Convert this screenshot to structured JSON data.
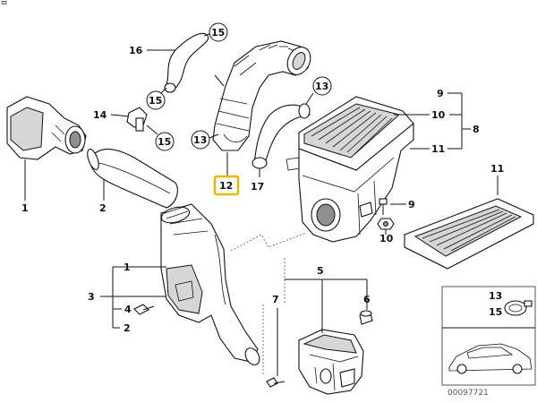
{
  "corner_text": "ᄑ",
  "highlighted_part": "12",
  "labels": {
    "p1": "1",
    "p2": "2",
    "p3": "3",
    "p4": "4",
    "p5": "5",
    "p6": "6",
    "p7": "7",
    "p8": "8",
    "p9": "9",
    "p10": "10",
    "p11": "11",
    "p12": "12",
    "p14": "14",
    "p16": "16",
    "p17": "17"
  },
  "bracket_labels": {
    "left_top": "1",
    "left_mid": "3",
    "left_4": "4",
    "left_bottom": "2",
    "right_9": "9",
    "right_10": "10",
    "right_8": "8",
    "right_11": "11"
  },
  "ref_circles": {
    "c15_top": "15",
    "c15_mid": "15",
    "c15_low": "15",
    "c13_left": "13",
    "c13_right": "13"
  },
  "inset": {
    "label_13": "13",
    "label_15": "15",
    "doc_number": "00097721"
  },
  "colors": {
    "highlight": "#e8b800",
    "line": "#111111",
    "shade": "#d6d6d6"
  }
}
